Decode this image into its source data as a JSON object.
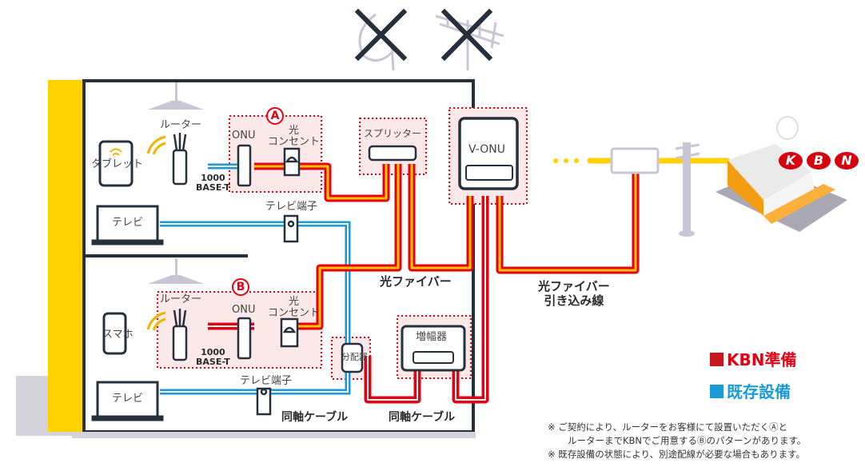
{
  "diagram": {
    "house": {
      "floor_upper": {
        "zone_label": "A",
        "devices": {
          "tablet": "タブレット",
          "router": "ルーター",
          "onu": "ONU",
          "optical_outlet": "光\nコンセント",
          "link_speed": "1000\nBASE-T",
          "tv": "テレビ",
          "tv_outlet": "テレビ端子"
        }
      },
      "floor_lower": {
        "zone_label": "B",
        "devices": {
          "smartphone": "スマホ",
          "router": "ルーター",
          "onu": "ONU",
          "optical_outlet": "光\nコンセント",
          "link_speed": "1000\nBASE-T",
          "tv": "テレビ",
          "tv_outlet": "テレビ端子",
          "distributor": "分配器",
          "amplifier": "増幅器"
        }
      },
      "splitter": "スプリッター",
      "v_onu": "V-ONU",
      "cable_labels": {
        "fiber": "光ファイバー",
        "coax_1": "同軸ケーブル",
        "coax_2": "同軸ケーブル"
      }
    },
    "outside": {
      "drop_fiber_label": "光ファイバー\n引き込み線",
      "provider_logo": [
        "K",
        "B",
        "N"
      ]
    },
    "antennas_removed": [
      "satellite-dish",
      "uhf-antenna"
    ]
  },
  "legend": {
    "items": [
      {
        "label": "KBN準備",
        "color": "#e50012",
        "swatch": "#c8161d"
      },
      {
        "label": "既存設備",
        "color": "#1a9ad6",
        "swatch": "#1a9ad6"
      }
    ]
  },
  "notes": [
    "※ ご契約により、ルーターをお客様にて設置いただくⒶと",
    "ルーターまでKBNでご用意するⒷのパターンがあります。",
    "※ 既存設備の状態により、別途配線が必要な場合もあります。"
  ],
  "colors": {
    "fiber_outer": "#e50012",
    "fiber_inner": "#ffc400",
    "coax_existing": "#1a9ad6",
    "house_wall": "#ffd200",
    "outline": "#26303c",
    "zone_fill": "#fbe9ea"
  }
}
